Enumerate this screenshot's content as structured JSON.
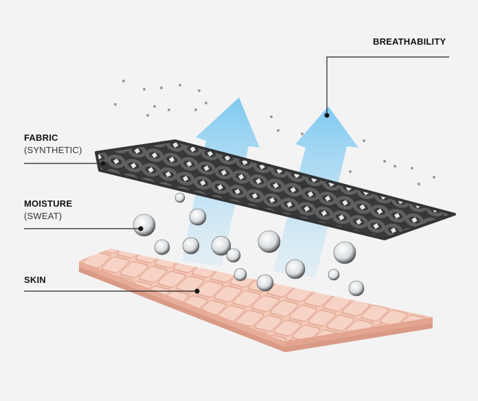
{
  "labels": {
    "breathability": {
      "title": "BREATHABILITY"
    },
    "fabric": {
      "title": "FABRIC",
      "subtitle": "(SYNTHETIC)"
    },
    "moisture": {
      "title": "MOISTURE",
      "subtitle": "(SWEAT)"
    },
    "skin": {
      "title": "SKIN"
    }
  },
  "colors": {
    "background": "#f3f3f3",
    "fabric": "#3c3c3c",
    "skin": "#f2c4b4",
    "arrow": "#6fc6f2",
    "line": "#222222"
  }
}
